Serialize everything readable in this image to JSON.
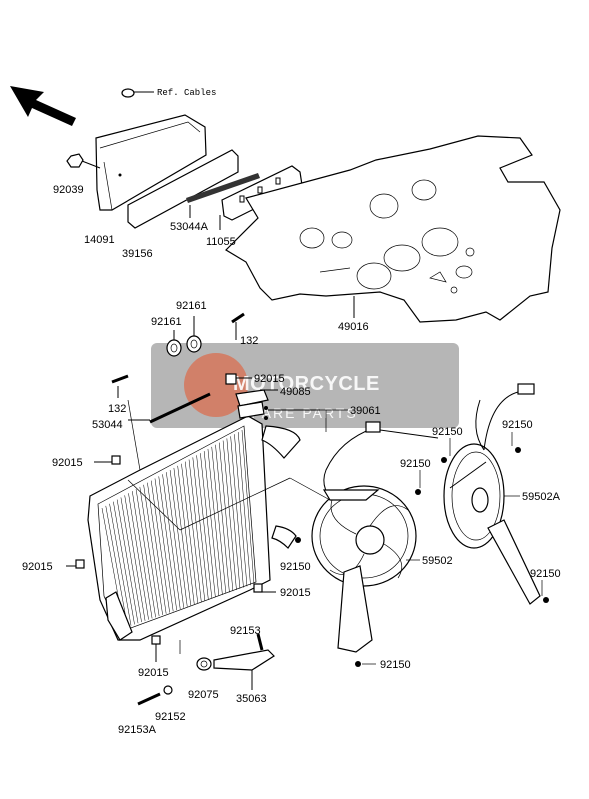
{
  "watermark": {
    "brand": "MOTORCYCLE",
    "sub": "SPARE PARTS",
    "accent_color": "#e8542a",
    "box_color": "#7a7a7a"
  },
  "labels": {
    "ref_cables": "Ref. Cables",
    "p92039": "92039",
    "p14091": "14091",
    "p39156": "39156",
    "p53044A": "53044A",
    "p11055": "11055",
    "p49016": "49016",
    "p92161_left": "92161",
    "p92161_right": "92161",
    "p132_top": "132",
    "p132_left": "132",
    "p53044": "53044",
    "p92015_top": "92015",
    "p49085": "49085",
    "p39061": "39061",
    "p92015_left": "92015",
    "p92015_side": "92015",
    "p92150_a": "92150",
    "p92150_b": "92150",
    "p92150_c": "92150",
    "p92150_d": "92150",
    "p92150_e": "92150",
    "p92150_f": "92150",
    "p59502A": "59502A",
    "p59502": "59502",
    "p92015_bottom_right": "92015",
    "p92153": "92153",
    "p92015_bottom": "92015",
    "p92075": "92075",
    "p35063": "35063",
    "p92152": "92152",
    "p92153A": "92153A"
  }
}
